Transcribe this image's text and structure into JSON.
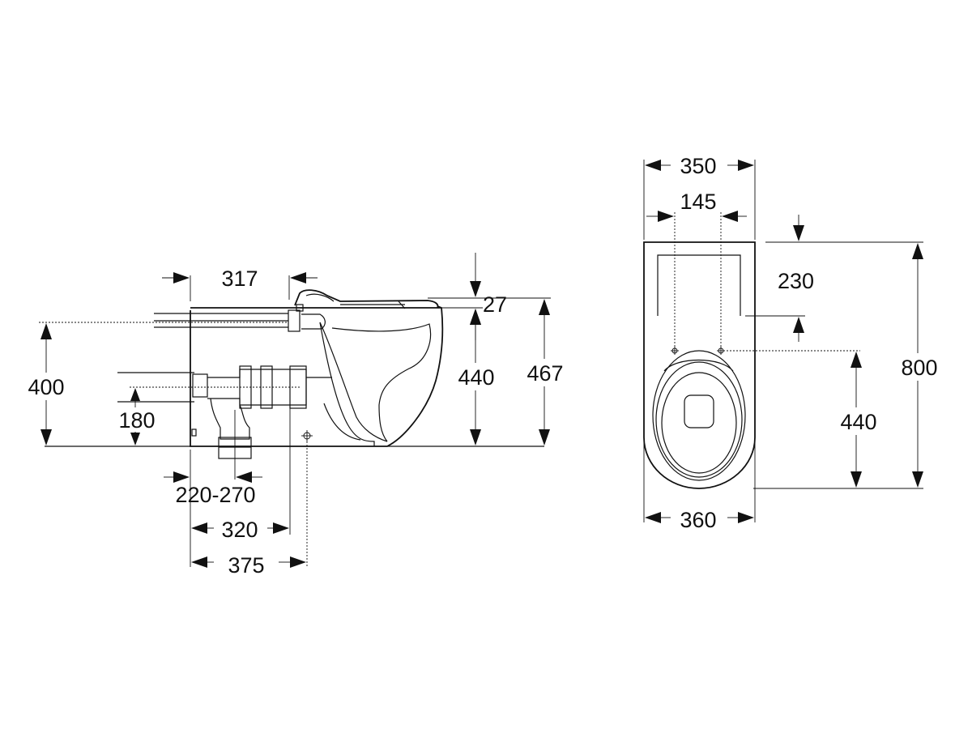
{
  "side_view": {
    "dimensions": {
      "setout_317": "317",
      "seat_thickness": "27",
      "rim_height_440": "440",
      "overall_height": "467",
      "inlet_height": "400",
      "outlet_height": "180",
      "outlet_range": "220-270",
      "depth_320": "320",
      "depth_375": "375"
    }
  },
  "top_view": {
    "dimensions": {
      "top_width": "350",
      "fixing_centres": "145",
      "fixing_setback": "230",
      "fixing_to_front": "440",
      "overall_length": "800",
      "bowl_width": "360"
    }
  }
}
